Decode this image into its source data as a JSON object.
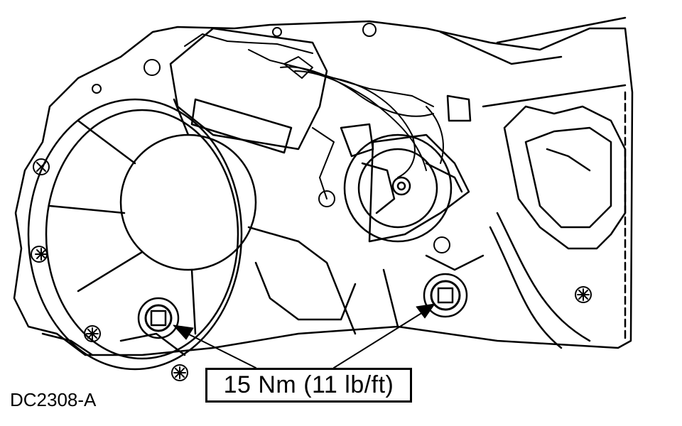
{
  "figure": {
    "id_label": "DC2308-A",
    "callout_text": "15 Nm (11 lb/ft)",
    "ink_color": "#000000",
    "paper_color": "#ffffff"
  },
  "parts": [
    {
      "name": "transmission-housing",
      "interactable": false
    },
    {
      "name": "starter-motor",
      "interactable": false
    },
    {
      "name": "wiring-harness",
      "interactable": false
    },
    {
      "name": "drain-plug-left",
      "interactable": false
    },
    {
      "name": "drain-plug-right",
      "interactable": false
    }
  ]
}
